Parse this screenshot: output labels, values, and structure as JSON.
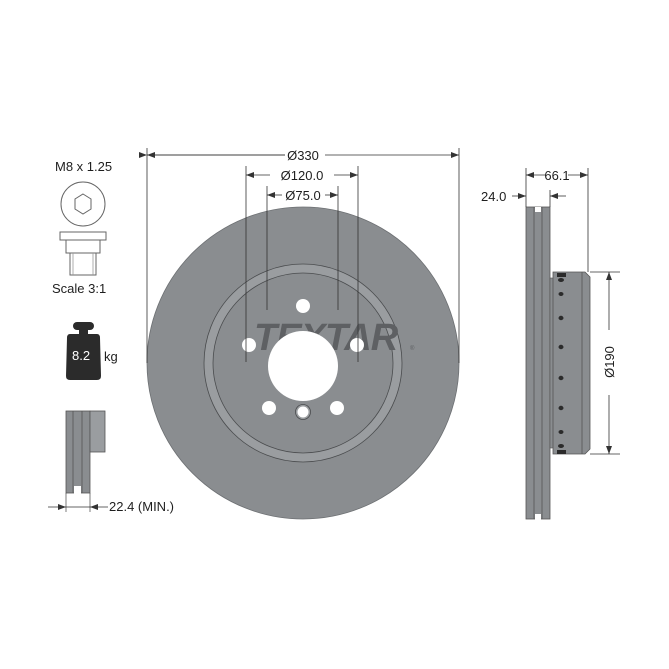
{
  "brand": {
    "name": "TEXTAR",
    "registered": "®"
  },
  "bolt": {
    "thread_label": "M8 x 1.25",
    "scale_label": "Scale 3:1"
  },
  "weight": {
    "value": "8.2",
    "unit": "kg"
  },
  "min_thickness": {
    "label": "22.4 (MIN.)"
  },
  "front_view": {
    "outer_diameter": "Ø330",
    "bolt_circle_diameter": "Ø120.0",
    "center_bore_diameter": "Ø75.0",
    "stud_holes": 5,
    "extra_holes": 1
  },
  "side_view": {
    "thickness": "24.0",
    "overall_height": "66.1",
    "hat_diameter": "Ø190"
  },
  "colors": {
    "disc": "#8a8d90",
    "disc_ring": "#9a9da0",
    "edge": "#4a4c4e",
    "logo": "#5e6063",
    "weight_icon": "#2b2b2b",
    "line": "#3a3a3a"
  }
}
